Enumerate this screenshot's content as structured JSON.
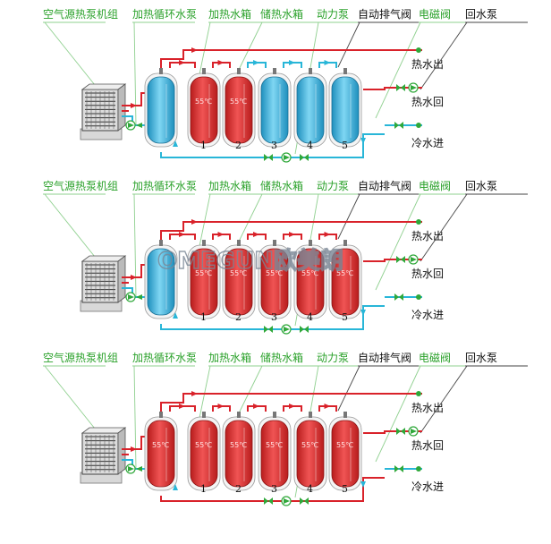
{
  "labels": {
    "heat_pump_unit": "空气源热泵机组",
    "heating_circ_pump": "加热循环水泵",
    "heating_tank": "加热水箱",
    "storage_tank": "储热水箱",
    "power_pump": "动力泵",
    "auto_vent_valve": "自动排气阀",
    "solenoid_valve": "电磁阀",
    "return_pump": "回水泵",
    "hot_water_out": "热水出",
    "hot_water_return": "热水回",
    "cold_water_in": "冷水进"
  },
  "tank_numbers": [
    "1",
    "2",
    "3",
    "4",
    "5"
  ],
  "temperature": "55℃",
  "watermark": "OMEGUN欧美朗",
  "colors": {
    "hot_pipe": "#d9222a",
    "cold_pipe": "#28b6d8",
    "label_green": "#2aa12a",
    "leader_line": "#8fd08f",
    "tank_red": "#e23a3a",
    "tank_blue": "#39b7e0",
    "valve_green": "#2fa83a"
  },
  "systems": [
    {
      "id": "system-1",
      "hot_tanks": [
        1,
        2
      ],
      "cold_tanks": [
        0,
        3,
        4,
        5
      ],
      "temps": [
        1,
        2
      ]
    },
    {
      "id": "system-2",
      "hot_tanks": [
        1,
        2,
        3,
        4,
        5
      ],
      "cold_tanks": [
        0
      ],
      "temps": [
        1,
        2,
        3,
        4,
        5
      ]
    },
    {
      "id": "system-3",
      "hot_tanks": [
        0,
        1,
        2,
        3,
        4,
        5
      ],
      "cold_tanks": [],
      "temps": [
        0,
        1,
        2,
        3,
        4,
        5
      ]
    }
  ]
}
